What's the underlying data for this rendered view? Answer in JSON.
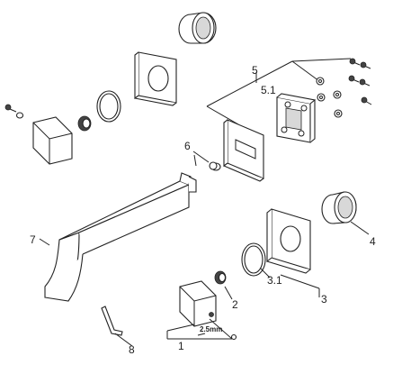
{
  "callouts": {
    "c1": "1",
    "c2": "2",
    "c3": "3",
    "c3_1": "3.1",
    "c4": "4",
    "c5": "5",
    "c5_1": "5.1",
    "c6": "6",
    "c7": "7",
    "c8": "8",
    "hex_key_size": "2.5mm"
  }
}
